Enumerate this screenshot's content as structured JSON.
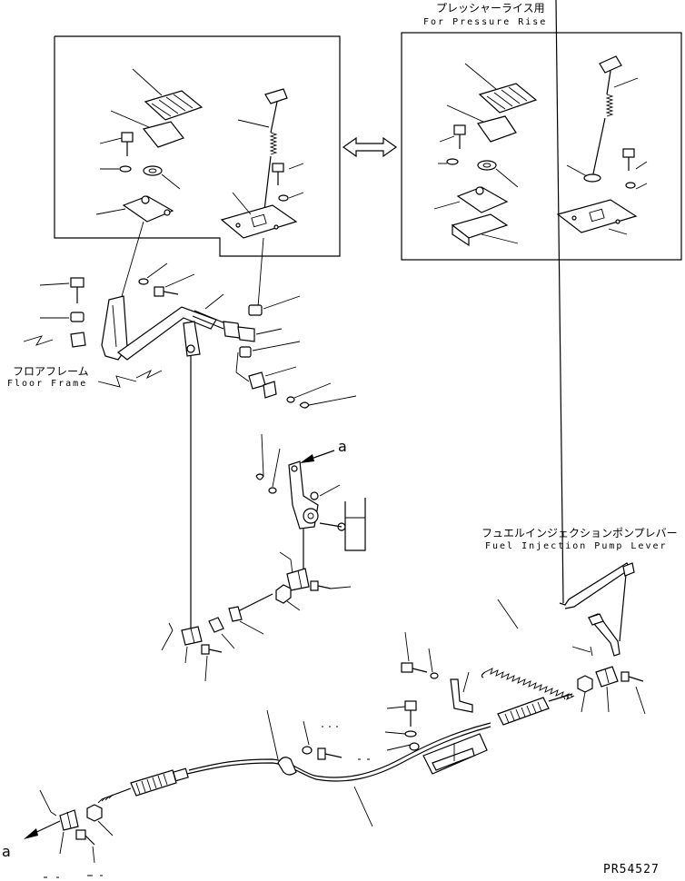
{
  "labels": {
    "pressure_rise_jp": "プレッシャーライス用",
    "pressure_rise_en": "For Pressure Rise",
    "floor_frame_jp": "フロアフレーム",
    "floor_frame_en": "Floor Frame",
    "fuel_lever_jp": "フュエルインジェクションポンプレバー",
    "fuel_lever_en": "Fuel Injection Pump Lever",
    "ref_a_top": "a",
    "ref_a_bottom": "a",
    "drawing_code": "PR54527"
  },
  "colors": {
    "line": "#000000",
    "background": "#ffffff"
  },
  "icons": {
    "interchange": "double-arrow-icon"
  }
}
